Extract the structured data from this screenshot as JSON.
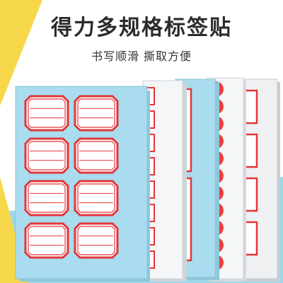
{
  "headline": "得力多规格标签贴",
  "tagline": "书写顺滑 撕取方便",
  "colors": {
    "background_yellow": "#f7d84a",
    "background_blue": "#9dd8ec",
    "sheet_blue": "#a9dcee",
    "sheet_white": "#f4f6f8",
    "label_red": "#e2363a",
    "dot_red": "#e8403f"
  },
  "products": [
    {
      "name": "octagon-frame-labels",
      "rows": 4,
      "cols": 2
    },
    {
      "name": "small-frame-labels-strip",
      "rows": 8,
      "cols": 1
    },
    {
      "name": "large-frame-labels-strip",
      "rows": 2,
      "cols": 1
    },
    {
      "name": "round-dot-labels",
      "rows": 11,
      "cols": 1
    },
    {
      "name": "tall-frame-labels",
      "rows": 4,
      "cols": 1
    }
  ]
}
